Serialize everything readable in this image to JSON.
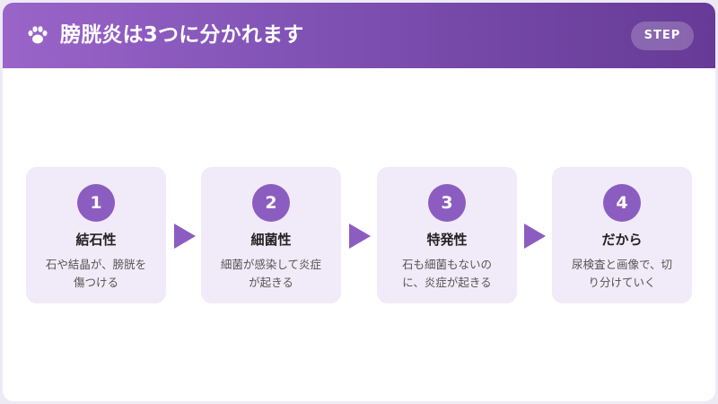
{
  "header": {
    "title": "膀胱炎は3つに分かれます",
    "badge": "STEP",
    "icon": "paw-icon"
  },
  "steps": [
    {
      "number": "1",
      "title": "結石性",
      "desc_lines": [
        "石や結晶が、膀胱を",
        "傷つける"
      ]
    },
    {
      "number": "2",
      "title": "細菌性",
      "desc_lines": [
        "細菌が感染して炎症",
        "が起きる"
      ]
    },
    {
      "number": "3",
      "title": "特発性",
      "desc_lines": [
        "石も細菌もないの",
        "に、炎症が起きる"
      ]
    },
    {
      "number": "4",
      "title": "だから",
      "desc_lines": [
        "尿検査と画像で、切",
        "り分けていく"
      ]
    }
  ],
  "colors": {
    "accent": "#8c5dc0",
    "header_start": "#9a64c9",
    "header_end": "#663a96",
    "card_bg": "#f1eaf8"
  }
}
